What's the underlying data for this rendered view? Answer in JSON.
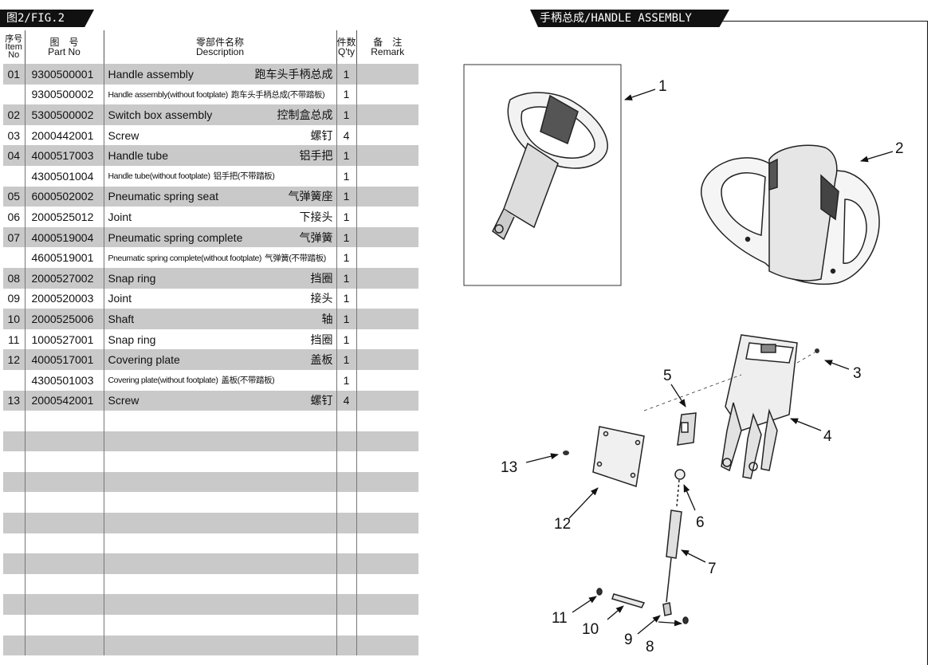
{
  "header": {
    "figure_label": "图2/FIG.2",
    "assembly_title": "手柄总成/HANDLE ASSEMBLY"
  },
  "table": {
    "headers": {
      "item_cn": "序号",
      "item_en1": "Item",
      "item_en2": "No",
      "part_cn": "图　号",
      "part_en": "Part No",
      "desc_cn": "零部件名称",
      "desc_en": "Description",
      "qty_cn": "件数",
      "qty_en": "Q'ty",
      "remark_cn": "备　注",
      "remark_en": "Remark"
    },
    "rows": [
      {
        "item": "01",
        "part": "9300500001",
        "desc_en": "Handle assembly",
        "desc_cn": "跑车头手柄总成",
        "qty": "1",
        "remark": "",
        "shaded": true,
        "small": false
      },
      {
        "item": "",
        "part": "9300500002",
        "desc_en": "Handle assembly(without footplate)",
        "desc_cn": "跑车头手柄总成(不带踏板)",
        "qty": "1",
        "remark": "",
        "shaded": false,
        "small": true
      },
      {
        "item": "02",
        "part": "5300500002",
        "desc_en": "Switch box assembly",
        "desc_cn": "控制盒总成",
        "qty": "1",
        "remark": "",
        "shaded": true,
        "small": false
      },
      {
        "item": "03",
        "part": "2000442001",
        "desc_en": "Screw",
        "desc_cn": "螺钉",
        "qty": "4",
        "remark": "",
        "shaded": false,
        "small": false
      },
      {
        "item": "04",
        "part": "4000517003",
        "desc_en": "Handle tube",
        "desc_cn": "铝手把",
        "qty": "1",
        "remark": "",
        "shaded": true,
        "small": false
      },
      {
        "item": "",
        "part": "4300501004",
        "desc_en": "Handle tube(without footplate)",
        "desc_cn": "铝手把(不带踏板)",
        "qty": "1",
        "remark": "",
        "shaded": false,
        "small": true
      },
      {
        "item": "05",
        "part": "6000502002",
        "desc_en": "Pneumatic spring seat",
        "desc_cn": "气弹簧座",
        "qty": "1",
        "remark": "",
        "shaded": true,
        "small": false
      },
      {
        "item": "06",
        "part": "2000525012",
        "desc_en": "Joint",
        "desc_cn": "下接头",
        "qty": "1",
        "remark": "",
        "shaded": false,
        "small": false
      },
      {
        "item": "07",
        "part": "4000519004",
        "desc_en": "Pneumatic spring complete",
        "desc_cn": "气弹簧",
        "qty": "1",
        "remark": "",
        "shaded": true,
        "small": false
      },
      {
        "item": "",
        "part": "4600519001",
        "desc_en": "Pneumatic spring complete(without footplate)",
        "desc_cn": "气弹簧(不带踏板)",
        "qty": "1",
        "remark": "",
        "shaded": false,
        "small": true
      },
      {
        "item": "08",
        "part": "2000527002",
        "desc_en": "Snap ring",
        "desc_cn": "挡圈",
        "qty": "1",
        "remark": "",
        "shaded": true,
        "small": false
      },
      {
        "item": "09",
        "part": "2000520003",
        "desc_en": "Joint",
        "desc_cn": "接头",
        "qty": "1",
        "remark": "",
        "shaded": false,
        "small": false
      },
      {
        "item": "10",
        "part": "2000525006",
        "desc_en": "Shaft",
        "desc_cn": "轴",
        "qty": "1",
        "remark": "",
        "shaded": true,
        "small": false
      },
      {
        "item": "11",
        "part": "1000527001",
        "desc_en": "Snap ring",
        "desc_cn": "挡圈",
        "qty": "1",
        "remark": "",
        "shaded": false,
        "small": false
      },
      {
        "item": "12",
        "part": "4000517001",
        "desc_en": "Covering plate",
        "desc_cn": "盖板",
        "qty": "1",
        "remark": "",
        "shaded": true,
        "small": false
      },
      {
        "item": "",
        "part": "4300501003",
        "desc_en": "Covering plate(without footplate)",
        "desc_cn": "盖板(不带踏板)",
        "qty": "1",
        "remark": "",
        "shaded": false,
        "small": true
      },
      {
        "item": "13",
        "part": "2000542001",
        "desc_en": "Screw",
        "desc_cn": "螺钉",
        "qty": "4",
        "remark": "",
        "shaded": true,
        "small": false
      },
      {
        "item": "",
        "part": "",
        "desc_en": "",
        "desc_cn": "",
        "qty": "",
        "remark": "",
        "shaded": false,
        "small": false
      },
      {
        "item": "",
        "part": "",
        "desc_en": "",
        "desc_cn": "",
        "qty": "",
        "remark": "",
        "shaded": true,
        "small": false
      },
      {
        "item": "",
        "part": "",
        "desc_en": "",
        "desc_cn": "",
        "qty": "",
        "remark": "",
        "shaded": false,
        "small": false
      },
      {
        "item": "",
        "part": "",
        "desc_en": "",
        "desc_cn": "",
        "qty": "",
        "remark": "",
        "shaded": true,
        "small": false
      },
      {
        "item": "",
        "part": "",
        "desc_en": "",
        "desc_cn": "",
        "qty": "",
        "remark": "",
        "shaded": false,
        "small": false
      },
      {
        "item": "",
        "part": "",
        "desc_en": "",
        "desc_cn": "",
        "qty": "",
        "remark": "",
        "shaded": true,
        "small": false
      },
      {
        "item": "",
        "part": "",
        "desc_en": "",
        "desc_cn": "",
        "qty": "",
        "remark": "",
        "shaded": false,
        "small": false
      },
      {
        "item": "",
        "part": "",
        "desc_en": "",
        "desc_cn": "",
        "qty": "",
        "remark": "",
        "shaded": true,
        "small": false
      },
      {
        "item": "",
        "part": "",
        "desc_en": "",
        "desc_cn": "",
        "qty": "",
        "remark": "",
        "shaded": false,
        "small": false
      },
      {
        "item": "",
        "part": "",
        "desc_en": "",
        "desc_cn": "",
        "qty": "",
        "remark": "",
        "shaded": true,
        "small": false
      },
      {
        "item": "",
        "part": "",
        "desc_en": "",
        "desc_cn": "",
        "qty": "",
        "remark": "",
        "shaded": false,
        "small": false
      },
      {
        "item": "",
        "part": "",
        "desc_en": "",
        "desc_cn": "",
        "qty": "",
        "remark": "",
        "shaded": true,
        "small": false
      }
    ]
  },
  "diagram": {
    "callouts": [
      "1",
      "2",
      "3",
      "4",
      "5",
      "6",
      "7",
      "8",
      "9",
      "10",
      "11",
      "12",
      "13"
    ]
  }
}
